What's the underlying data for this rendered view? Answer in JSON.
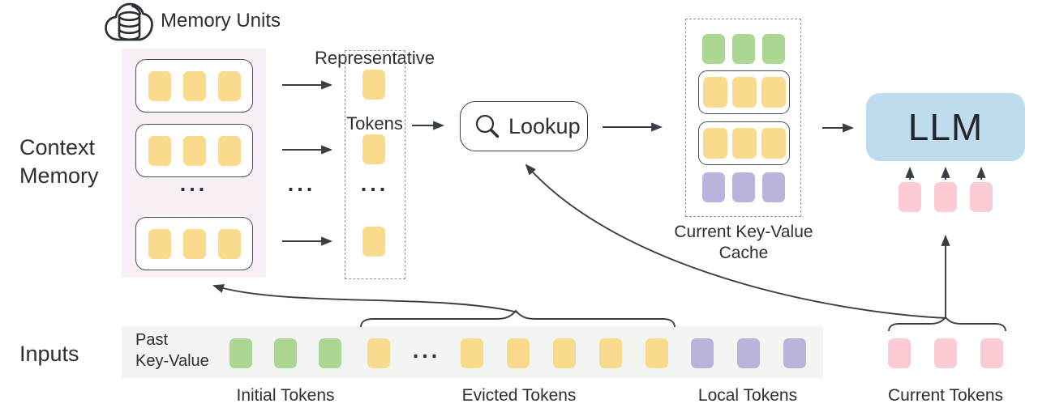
{
  "ellipsis": "...",
  "context_memory": {
    "label_line1": "Context",
    "label_line2": "Memory",
    "memory_units_label": "Memory Units",
    "units": [
      {
        "tokens": 3
      },
      {
        "tokens": 3
      },
      {
        "tokens": 3
      }
    ]
  },
  "representative": {
    "label_line1": "Representative",
    "label_line2": "Tokens",
    "tokens": [
      1,
      1,
      1
    ]
  },
  "lookup": {
    "label": "Lookup"
  },
  "cache": {
    "label_line1": "Current Key-Value",
    "label_line2": "Cache",
    "rows": [
      {
        "type": "initial",
        "color": "green",
        "count": 3
      },
      {
        "type": "memory-unit",
        "color": "yellow",
        "count": 3
      },
      {
        "type": "memory-unit",
        "color": "yellow",
        "count": 3
      },
      {
        "type": "local",
        "color": "purple",
        "count": 3
      }
    ]
  },
  "llm": {
    "label": "LLM"
  },
  "output_tokens": {
    "count": 3
  },
  "inputs": {
    "label": "Inputs",
    "past_kv_line1": "Past",
    "past_kv_line2": "Key-Value",
    "groups": [
      {
        "name": "Initial Tokens",
        "color": "green",
        "count": 3
      },
      {
        "name": "Evicted Tokens",
        "color": "yellow",
        "count_before_ellipsis": 1,
        "count_after_ellipsis": 5
      },
      {
        "name": "Local Tokens",
        "color": "purple",
        "count": 3
      },
      {
        "name": "Current Tokens",
        "color": "pink",
        "count": 3
      }
    ]
  },
  "colors": {
    "yellow": "#FADB8D",
    "green": "#ABD793",
    "purple": "#B9B4DC",
    "pink": "#FBCCD3",
    "llm_blue": "#BEDCEE",
    "memory_bg": "#F9EFF7",
    "strip_bg": "#F3F5F3",
    "line": "#383E46",
    "text": "#2B2F36"
  }
}
